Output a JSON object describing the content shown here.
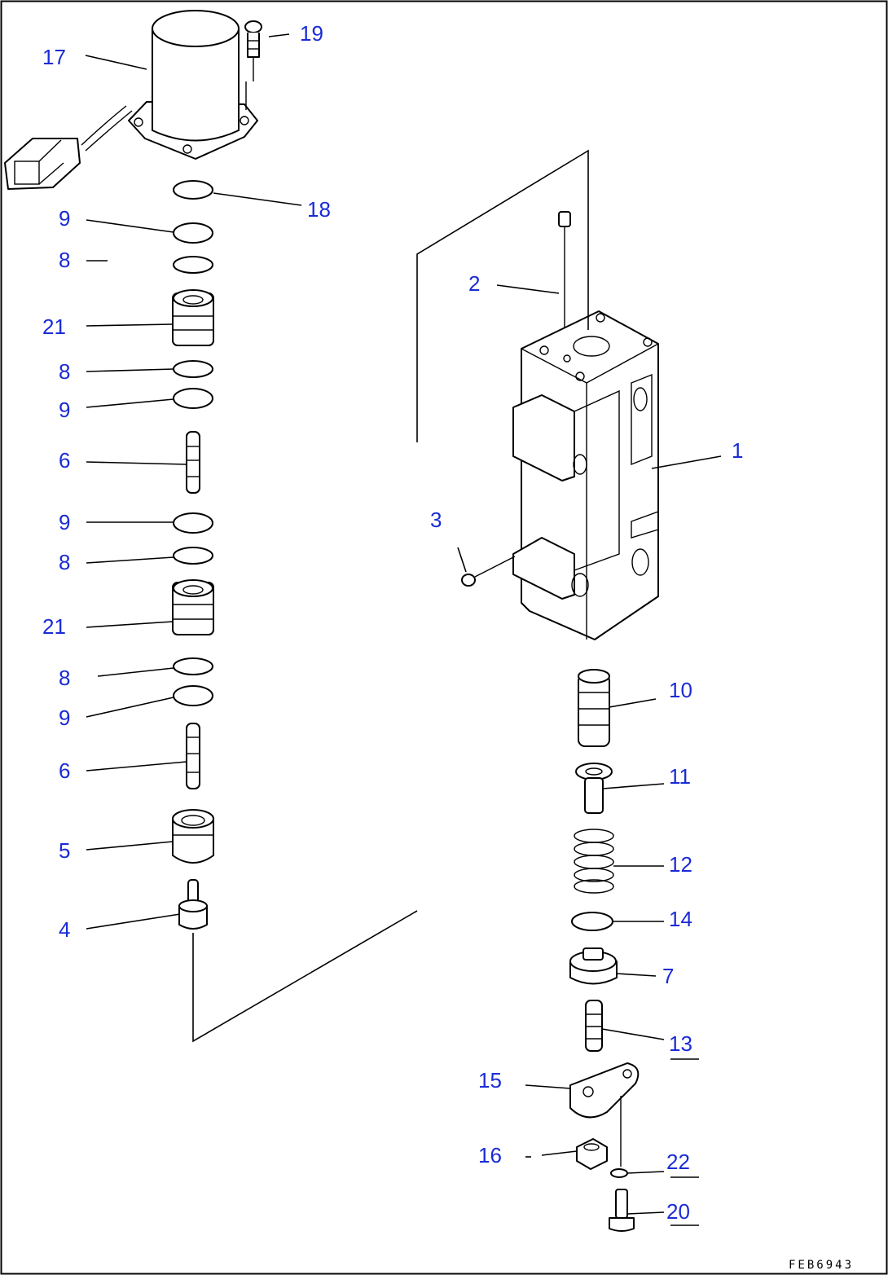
{
  "drawing_code": "FEB6943",
  "callouts": [
    {
      "id": "c17",
      "text": "17"
    },
    {
      "id": "c19",
      "text": "19"
    },
    {
      "id": "c18",
      "text": "18"
    },
    {
      "id": "c9a",
      "text": "9"
    },
    {
      "id": "c8a",
      "text": "8"
    },
    {
      "id": "c21a",
      "text": "21"
    },
    {
      "id": "c8b",
      "text": "8"
    },
    {
      "id": "c9b",
      "text": "9"
    },
    {
      "id": "c6a",
      "text": "6"
    },
    {
      "id": "c9c",
      "text": "9"
    },
    {
      "id": "c8c",
      "text": "8"
    },
    {
      "id": "c21b",
      "text": "21"
    },
    {
      "id": "c8d",
      "text": "8"
    },
    {
      "id": "c9d",
      "text": "9"
    },
    {
      "id": "c6b",
      "text": "6"
    },
    {
      "id": "c5",
      "text": "5"
    },
    {
      "id": "c4",
      "text": "4"
    },
    {
      "id": "c2",
      "text": "2"
    },
    {
      "id": "c1",
      "text": "1"
    },
    {
      "id": "c3",
      "text": "3"
    },
    {
      "id": "c10",
      "text": "10"
    },
    {
      "id": "c11",
      "text": "11"
    },
    {
      "id": "c12",
      "text": "12"
    },
    {
      "id": "c14",
      "text": "14"
    },
    {
      "id": "c7",
      "text": "7"
    },
    {
      "id": "c13",
      "text": "13"
    },
    {
      "id": "c15",
      "text": "15"
    },
    {
      "id": "c16",
      "text": "16"
    },
    {
      "id": "c22",
      "text": "22"
    },
    {
      "id": "c20",
      "text": "20"
    }
  ]
}
